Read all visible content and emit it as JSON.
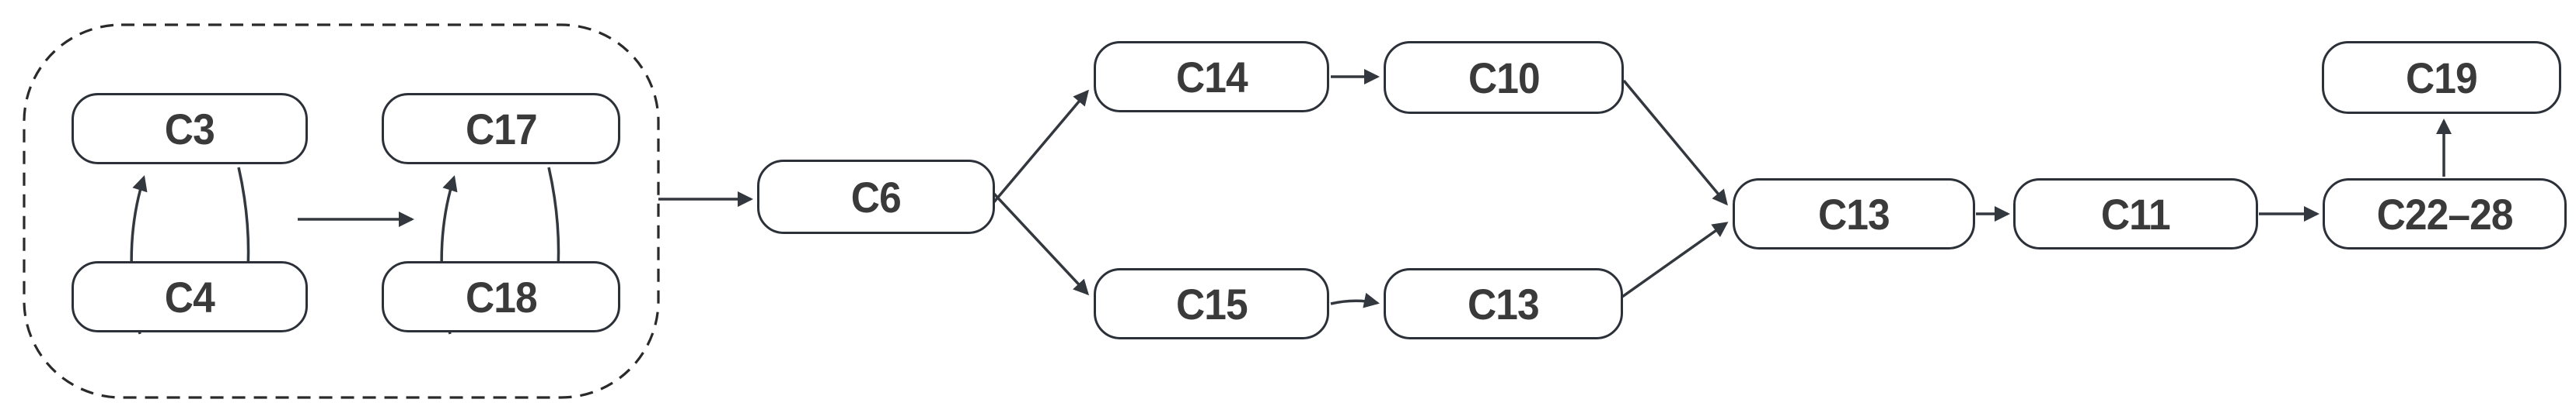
{
  "diagram": {
    "type": "flow-diagram",
    "background": "#ffffff",
    "stroke_color": "#2c3038",
    "text_color": "#3a3a3a"
  },
  "nodes": {
    "c3": {
      "label": "C3"
    },
    "c4": {
      "label": "C4"
    },
    "c17": {
      "label": "C17"
    },
    "c18": {
      "label": "C18"
    },
    "c6": {
      "label": "C6"
    },
    "c14": {
      "label": "C14"
    },
    "c15": {
      "label": "C15"
    },
    "c10": {
      "label": "C10"
    },
    "c13_lower": {
      "label": "C13"
    },
    "c13_main": {
      "label": "C13"
    },
    "c11": {
      "label": "C11"
    },
    "c22_28": {
      "label": "C22–28"
    },
    "c19": {
      "label": "C19"
    }
  },
  "cluster": {
    "style": "dashed-rounded-boundary",
    "contains": [
      "C3",
      "C4",
      "C17",
      "C18"
    ]
  },
  "edges": [
    {
      "from": "C4",
      "to": "C3",
      "shape": "curved"
    },
    {
      "from": "C3",
      "to": "C4",
      "shape": "curved"
    },
    {
      "from": "C18",
      "to": "C17",
      "shape": "curved"
    },
    {
      "from": "C17",
      "to": "C18",
      "shape": "curved"
    },
    {
      "from": "C3-C4 pair",
      "to": "C17-C18 pair",
      "shape": "straight"
    },
    {
      "from": "cluster",
      "to": "C6",
      "shape": "straight"
    },
    {
      "from": "C6",
      "to": "C14",
      "shape": "straight"
    },
    {
      "from": "C6",
      "to": "C15",
      "shape": "straight"
    },
    {
      "from": "C14",
      "to": "C10",
      "shape": "straight"
    },
    {
      "from": "C15",
      "to": "C13-lower",
      "shape": "straight"
    },
    {
      "from": "C10",
      "to": "C13-main",
      "shape": "straight"
    },
    {
      "from": "C13-lower",
      "to": "C13-main",
      "shape": "straight"
    },
    {
      "from": "C13-main",
      "to": "C11",
      "shape": "straight"
    },
    {
      "from": "C11",
      "to": "C22-28",
      "shape": "straight"
    },
    {
      "from": "C22-28",
      "to": "C19",
      "shape": "straight"
    }
  ]
}
